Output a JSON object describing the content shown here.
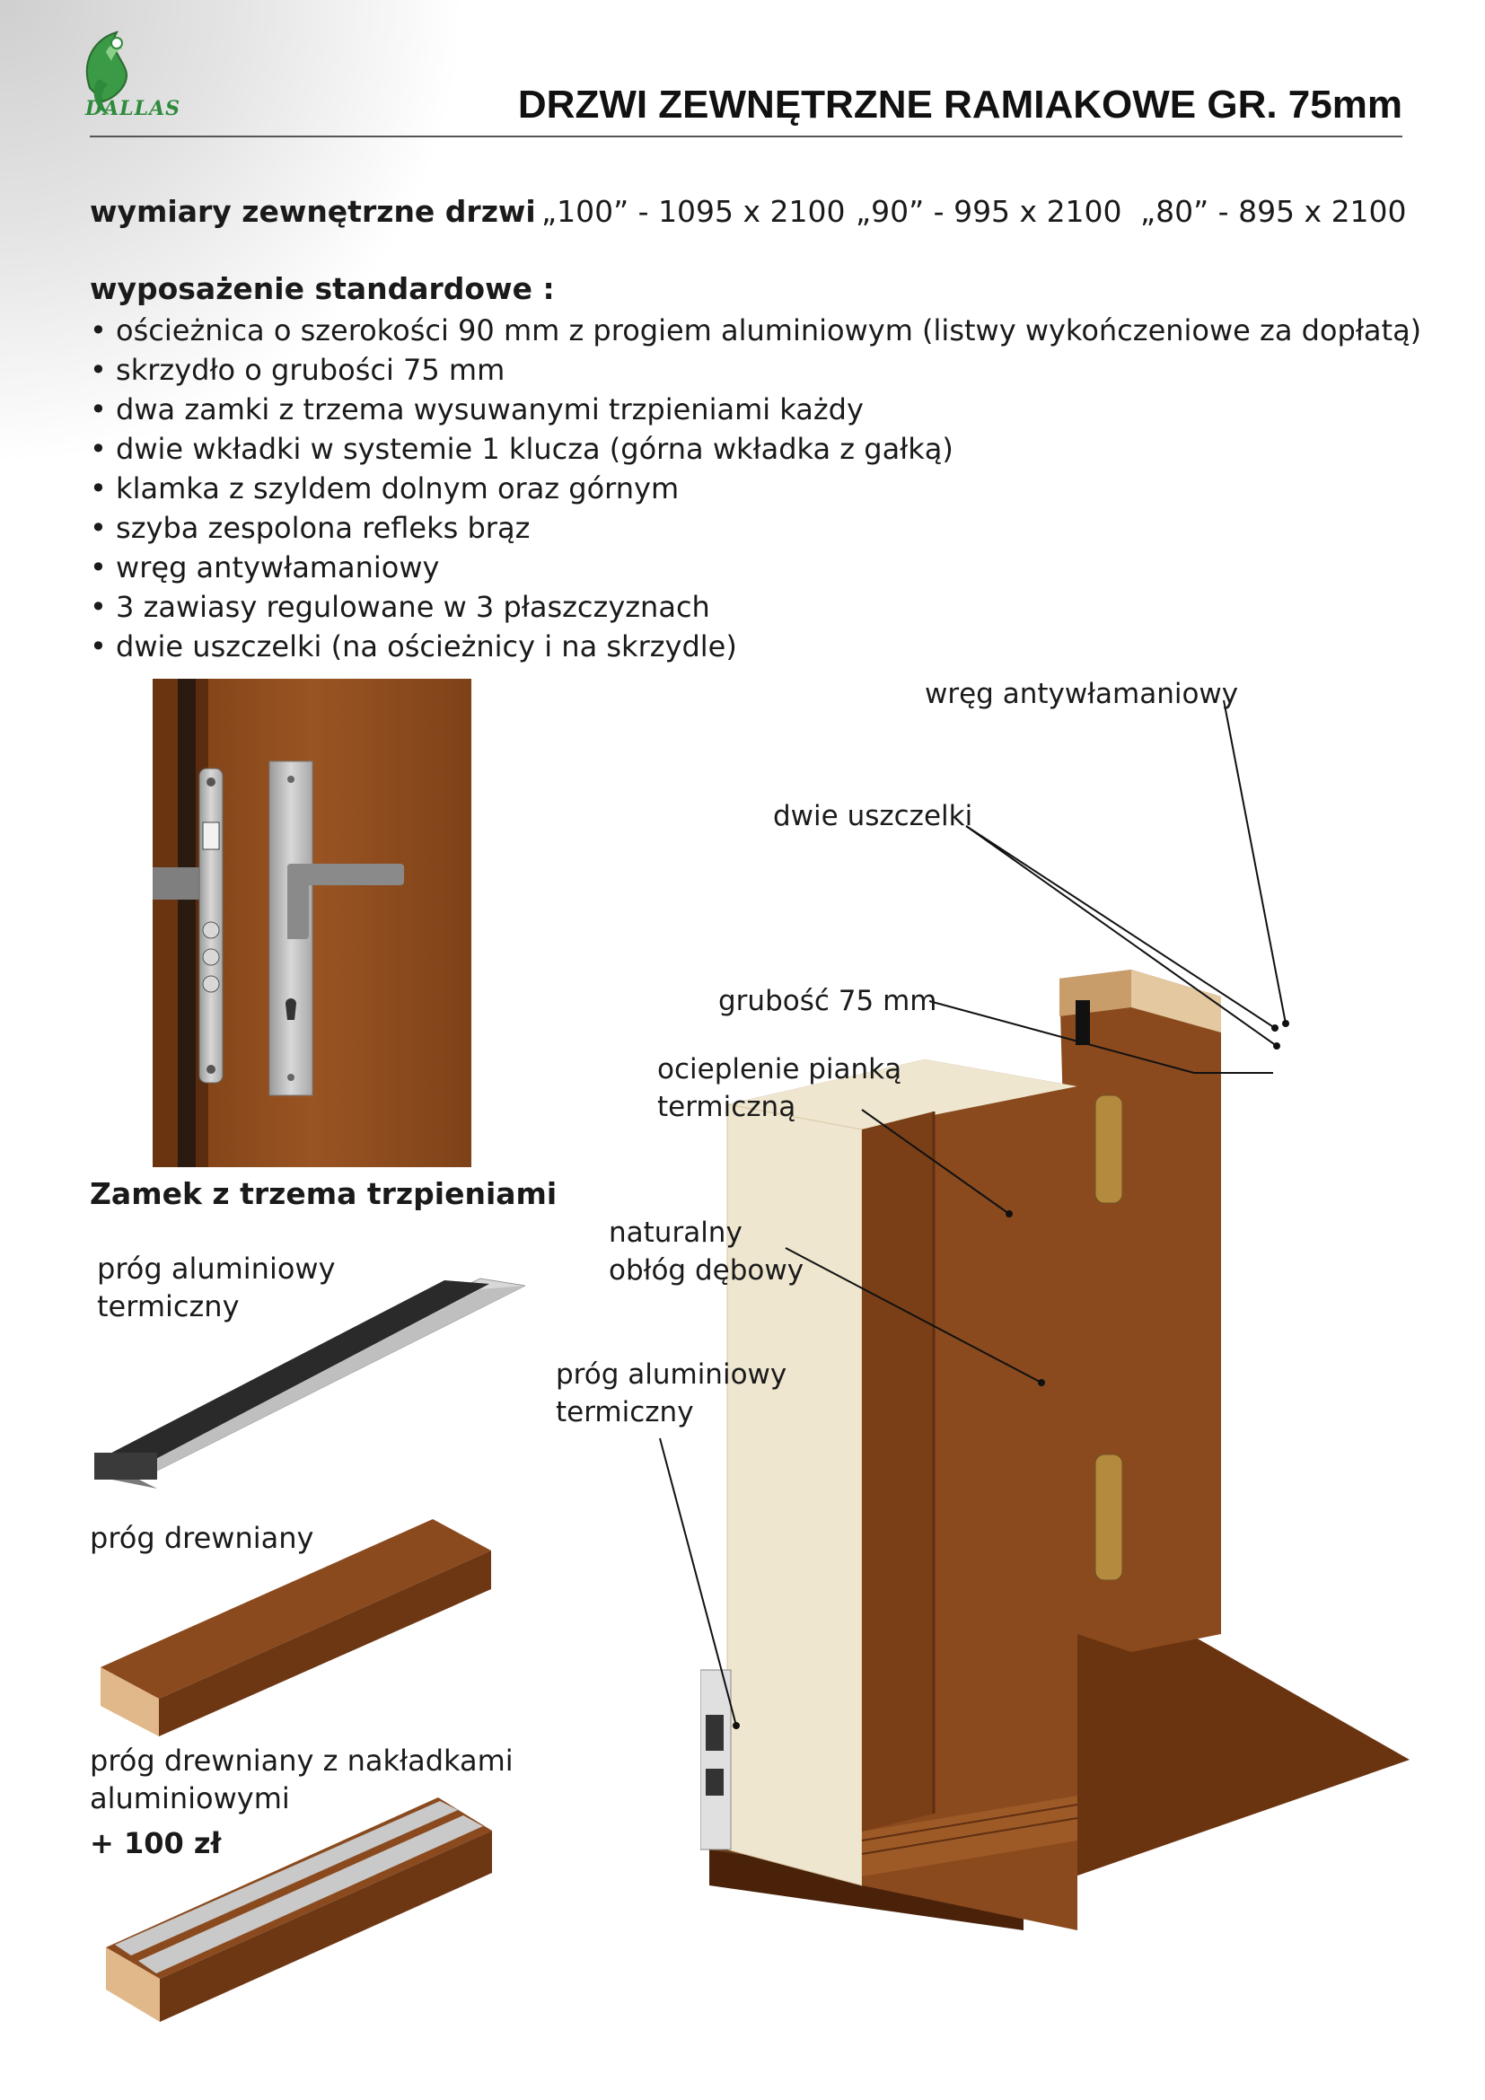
{
  "brand": {
    "name": "DALLAS"
  },
  "header": {
    "title": "DRZWI ZEWNĘTRZNE RAMIAKOWE GR. 75mm"
  },
  "dimensions": {
    "label": "wymiary zewnętrzne drzwi",
    "values": [
      "„100” - 1095 x 2100",
      "„90” - 995 x 2100",
      "„80” - 895 x 2100"
    ]
  },
  "standard": {
    "title": "wyposażenie standardowe :",
    "items": [
      "ościeżnica o szerokości 90 mm z progiem aluminiowym (listwy wykończeniowe za dopłatą)",
      "skrzydło o grubości 75 mm",
      "dwa zamki z trzema wysuwanymi trzpieniami każdy",
      "dwie wkładki w systemie 1 klucza (górna wkładka z gałką)",
      "klamka z szyldem dolnym oraz górnym",
      "szyba zespolona refleks brąz",
      "wręg antywłamaniowy",
      "3 zawiasy regulowane w 3 płaszczyznach",
      "dwie uszczelki (na ościeżnicy i na skrzydle)"
    ]
  },
  "lock": {
    "caption": "Zamek z trzema trzpieniami"
  },
  "thresholds": {
    "aluminium": "próg aluminiowy\ntermiczny",
    "wooden": "próg drewniany",
    "wooden_alu": "próg drewniany z nakładkami\naluminiowymi",
    "wooden_alu_price": "+ 100 zł"
  },
  "callouts": {
    "rebate": "wręg antywłamaniowy",
    "seals": "dwie uszczelki",
    "thickness": "grubość 75 mm",
    "insulation": "ocieplenie pianką\ntermiczną",
    "veneer": "naturalny\nobłóg dębowy",
    "threshold": "próg aluminiowy\ntermiczny"
  },
  "colors": {
    "wood": "#8a4a1e",
    "wood_dark": "#5e2f10",
    "foam": "#efe6cf",
    "brand_green": "#2e8b3c"
  }
}
